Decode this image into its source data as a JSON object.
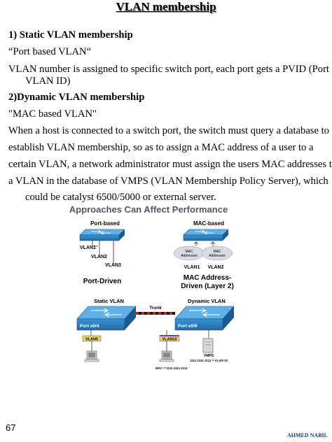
{
  "page": {
    "title": "VLAN membership",
    "static_heading": "1) Static VLAN membership",
    "static_quote": "“Port based VLAN“",
    "static_desc_1": "VLAN number is assigned to specific switch port, each port gets a PVID (Port",
    "static_desc_2": "VLAN ID)",
    "dynamic_heading": "2)Dynamic VLAN membership",
    "dynamic_quote": "\"MAC based VLAN\"",
    "dynamic_desc_1": "When a host is connected to a switch port, the switch must query a database to",
    "dynamic_desc_2": "establish VLAN membership, so as to assign a MAC address of a user to a",
    "dynamic_desc_3": "certain VLAN, a network administrator  must assign the users MAC addresses to",
    "dynamic_desc_4": "a VLAN in the database of  VMPS (VLAN Membership Policy Server), which",
    "dynamic_desc_5": "could be catalyst  6500/5000 or external server."
  },
  "figure": {
    "title": "Approaches Can Affect Performance",
    "port_based_label": "Port-based",
    "mac_based_label": "MAC-based",
    "vlan1": "VLAN1",
    "vlan2": "VLAN2",
    "vlan3": "VLAN3",
    "mac_addresses": "MAC Addresses",
    "mac_vlan1": "VLAN1",
    "mac_vlan2": "VLAN2",
    "port_driven": "Port-Driven",
    "mac_driven_1": "MAC Address-",
    "mac_driven_2": "Driven (Layer 2)",
    "static_vlan": "Static VLAN",
    "dynamic_vlan": "Dynamic VLAN",
    "trunk": "Trunk",
    "port_e04": "Port e0/4",
    "port_e09": "Port e0/9",
    "vlan5": "VLAN5",
    "vlan10": "VLAN10",
    "vmps": "VMPS",
    "vmps_entry": "1111.1111.1111 = VLAN 10",
    "mac_entry": "MAC = 1111.1111.1111",
    "colors": {
      "title": "#4a5a66",
      "switch": "#2a7fc0",
      "switch_top": "#5fb0e6",
      "red": "#c0282e",
      "purple": "#7a3d9c"
    }
  },
  "footer": {
    "page_number": "67",
    "author": "AHMED NABIL"
  }
}
